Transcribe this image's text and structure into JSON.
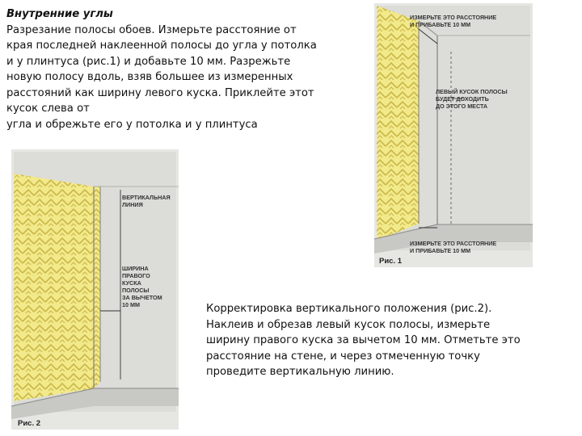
{
  "intro": {
    "heading": "Внутренние углы",
    "body": "Разрезание полосы обоев. Измерьте расстояние от\nкрая последней наклеенной полосы до угла у потолка\nи у плинтуса (рис.1) и добавьте 10 мм. Разрежьте\nновую полосу вдоль, взяв большее из измеренных\nрасстояний как ширину левого куска. Приклейте этот\nкусок слева от\nугла и обрежьте его у потолка и у плинтуса"
  },
  "correction": {
    "body": "Корректировка вертикального положения (рис.2).\nНаклеив и обрезав левый кусок полосы, измерьте\nширину правого куска за вычетом 10 мм. Отметьте это\nрасстояние на стене, и через отмеченную точку\nпроведите вертикальную линию."
  },
  "figure1": {
    "top_label_line1": "ИЗМЕРЬТЕ ЭТО РАССТОЯНИЕ",
    "top_label_line2": "И ПРИБАВЬТЕ 10 ММ",
    "mid_label_line1": "ЛЕВЫЙ КУСОК ПОЛОСЫ",
    "mid_label_line2": "БУДЕТ ДОХОДИТЬ",
    "mid_label_line3": "ДО ЭТОГО МЕСТА",
    "bottom_label_line1": "ИЗМЕРЬТЕ ЭТО РАССТОЯНИЕ",
    "bottom_label_line2": "И ПРИБАВЬТЕ 10 ММ",
    "caption": "Рис. 1"
  },
  "figure2": {
    "vertical_label_line1": "ВЕРТИКАЛЬНАЯ",
    "vertical_label_line2": "ЛИНИЯ",
    "width_label_line1": "ШИРИНА",
    "width_label_line2": "ПРАВОГО",
    "width_label_line3": "КУСКА",
    "width_label_line4": "ПОЛОСЫ",
    "width_label_line5": "ЗА ВЫЧЕТОМ",
    "width_label_line6": "10 ММ",
    "caption": "Рис. 2"
  },
  "colors": {
    "wallpaper_yellow": "#f2e98a",
    "wallpaper_pattern": "#c9b84a",
    "wall_gray": "#dcdcd8",
    "frame_gray": "#9a9a96"
  }
}
